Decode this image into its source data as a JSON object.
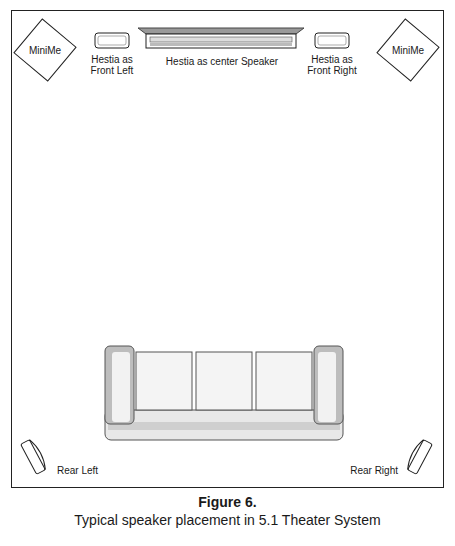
{
  "diagram": {
    "caption": "Typical speaker placement in 5.1 Theater System",
    "nodes": [
      {
        "text": [
          "MiniMe"
        ]
      },
      {
        "text": [
          "Hestia as Front Left"
        ]
      },
      {
        "text": [
          "Hestia as center Speaker"
        ]
      },
      {
        "text": [
          "Hestia as Front Right"
        ]
      },
      {
        "text": [
          "MiniMe"
        ]
      },
      {
        "text": [
          "Rear Left"
        ]
      },
      {
        "text": [
          "Rear Right"
        ]
      }
    ],
    "labels": [
      "Figure 6."
    ]
  }
}
